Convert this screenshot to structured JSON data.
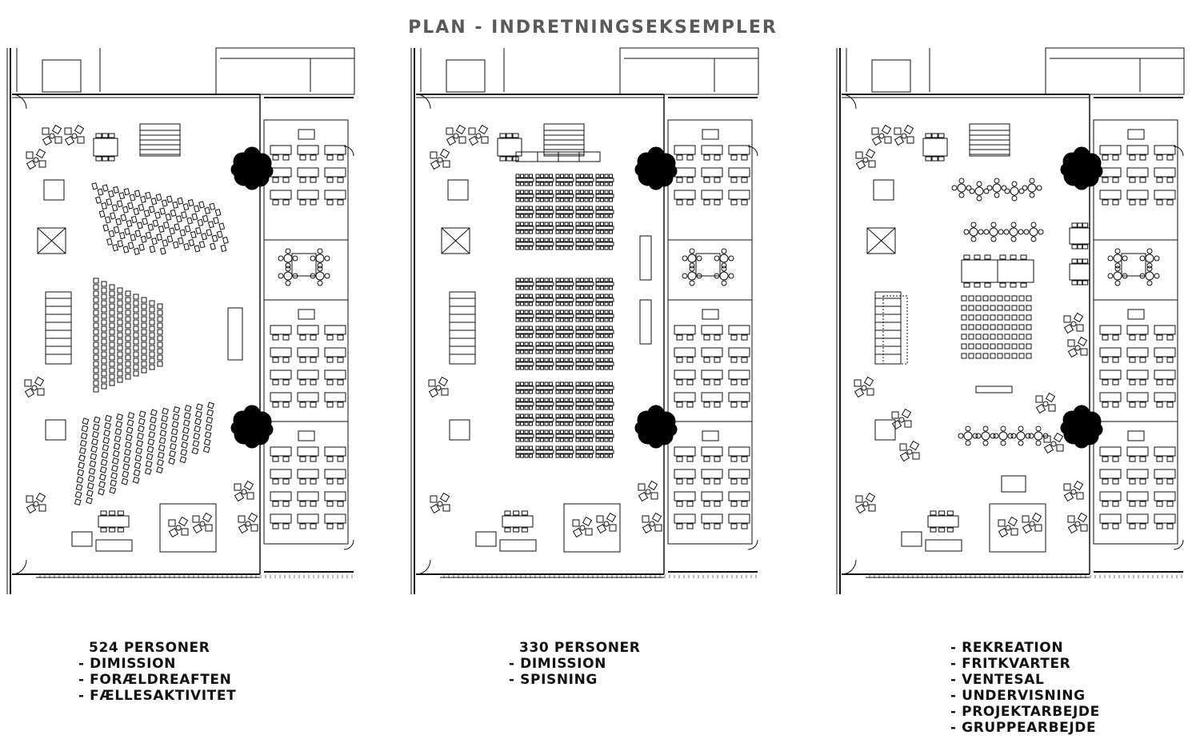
{
  "title": "PLAN - INDRETNINGSEKSEMPLER",
  "plans": [
    {
      "layout": "auditorium",
      "icon": "floorplan-auditorium",
      "caption": [
        "  524 PERSONER",
        "- DIMISSION",
        "- FORÆLDREAFTEN",
        "- FÆLLESAKTIVITET"
      ]
    },
    {
      "layout": "rows",
      "icon": "floorplan-rows",
      "caption": [
        "  330 PERSONER",
        "- DIMISSION",
        "- SPISNING"
      ]
    },
    {
      "layout": "mixed",
      "icon": "floorplan-mixed",
      "caption": [
        "- REKREATION",
        "- FRITKVARTER",
        "- VENTESAL",
        "- UNDERVISNING",
        "- PROJEKTARBEJDE",
        "- GRUPPEARBEJDE"
      ]
    }
  ],
  "colors": {
    "title": "#5a5a5a",
    "line": "#111111",
    "tree": "#000000"
  }
}
